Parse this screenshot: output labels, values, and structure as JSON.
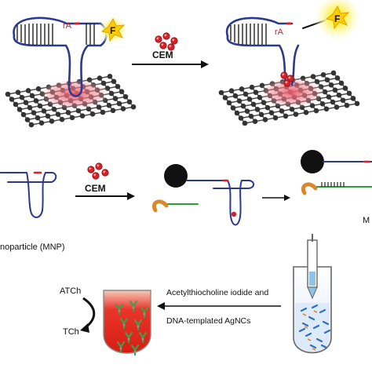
{
  "labels": {
    "rA_left": "rA",
    "rA_right": "rA",
    "fluor_left": "F",
    "fluor_right": "F",
    "cem_top": "CEM",
    "cem_mid": "CEM",
    "mnp_caption": "noparticle (MNP)",
    "mnp_cut": "M",
    "reagent_line1": "Acetylthiocholine iodide and",
    "reagent_line2": "DNA-templated AgNCs",
    "atch": "ATCh",
    "tch": "TCh"
  },
  "colors": {
    "dna_strand": "#2b3a8f",
    "rA_mark": "#d8202a",
    "graphene_node": "#333333",
    "glow": "#e8586a",
    "fluor_glow": "#fff7a0",
    "tube_fill": "#e0241b",
    "mnp": "#111111",
    "antibody": "#d9892b",
    "capture_strand": "#2f9e3a"
  }
}
